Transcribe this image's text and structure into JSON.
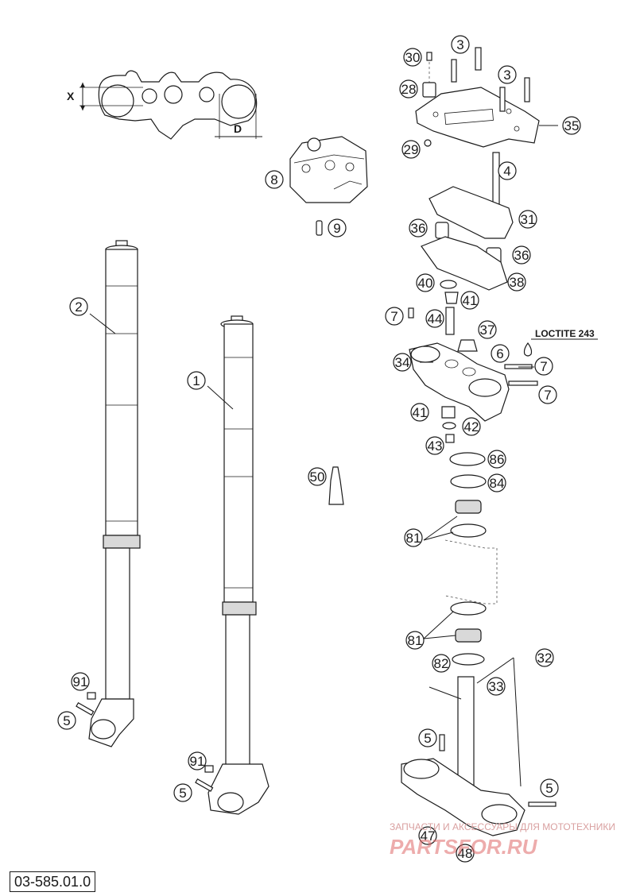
{
  "diagram": {
    "drawing_number": "03-585.01.0",
    "dimension_labels": {
      "x": "X",
      "d": "D"
    },
    "note": "LOCTITE 243",
    "watermark": {
      "line1": "ЗАПЧАСТИ И АКСЕССУАРЫ ДЛЯ МОТОТЕХНИКИ",
      "line2": "PARTSFOR.RU"
    },
    "callouts": [
      {
        "id": "c30",
        "label": "30"
      },
      {
        "id": "c3a",
        "label": "3"
      },
      {
        "id": "c3b",
        "label": "3"
      },
      {
        "id": "c28",
        "label": "28"
      },
      {
        "id": "c35",
        "label": "35"
      },
      {
        "id": "c29",
        "label": "29"
      },
      {
        "id": "c8",
        "label": "8"
      },
      {
        "id": "c4",
        "label": "4"
      },
      {
        "id": "c9",
        "label": "9"
      },
      {
        "id": "c31",
        "label": "31"
      },
      {
        "id": "c36a",
        "label": "36"
      },
      {
        "id": "c36b",
        "label": "36"
      },
      {
        "id": "c38",
        "label": "38"
      },
      {
        "id": "c40",
        "label": "40"
      },
      {
        "id": "c41a",
        "label": "41"
      },
      {
        "id": "c2",
        "label": "2"
      },
      {
        "id": "c7a",
        "label": "7"
      },
      {
        "id": "c44",
        "label": "44"
      },
      {
        "id": "c37",
        "label": "37"
      },
      {
        "id": "c6",
        "label": "6"
      },
      {
        "id": "c34",
        "label": "34"
      },
      {
        "id": "c7b",
        "label": "7"
      },
      {
        "id": "c7c",
        "label": "7"
      },
      {
        "id": "c1",
        "label": "1"
      },
      {
        "id": "c41b",
        "label": "41"
      },
      {
        "id": "c42",
        "label": "42"
      },
      {
        "id": "c43",
        "label": "43"
      },
      {
        "id": "c86",
        "label": "86"
      },
      {
        "id": "c50",
        "label": "50"
      },
      {
        "id": "c84",
        "label": "84"
      },
      {
        "id": "c81a",
        "label": "81"
      },
      {
        "id": "c81b",
        "label": "81"
      },
      {
        "id": "c82",
        "label": "82"
      },
      {
        "id": "c32",
        "label": "32"
      },
      {
        "id": "c91a",
        "label": "91"
      },
      {
        "id": "c33",
        "label": "33"
      },
      {
        "id": "c5a",
        "label": "5"
      },
      {
        "id": "c5b",
        "label": "5"
      },
      {
        "id": "c91b",
        "label": "91"
      },
      {
        "id": "c5c",
        "label": "5"
      },
      {
        "id": "c5d",
        "label": "5"
      },
      {
        "id": "c47",
        "label": "47"
      },
      {
        "id": "c48",
        "label": "48"
      }
    ]
  }
}
